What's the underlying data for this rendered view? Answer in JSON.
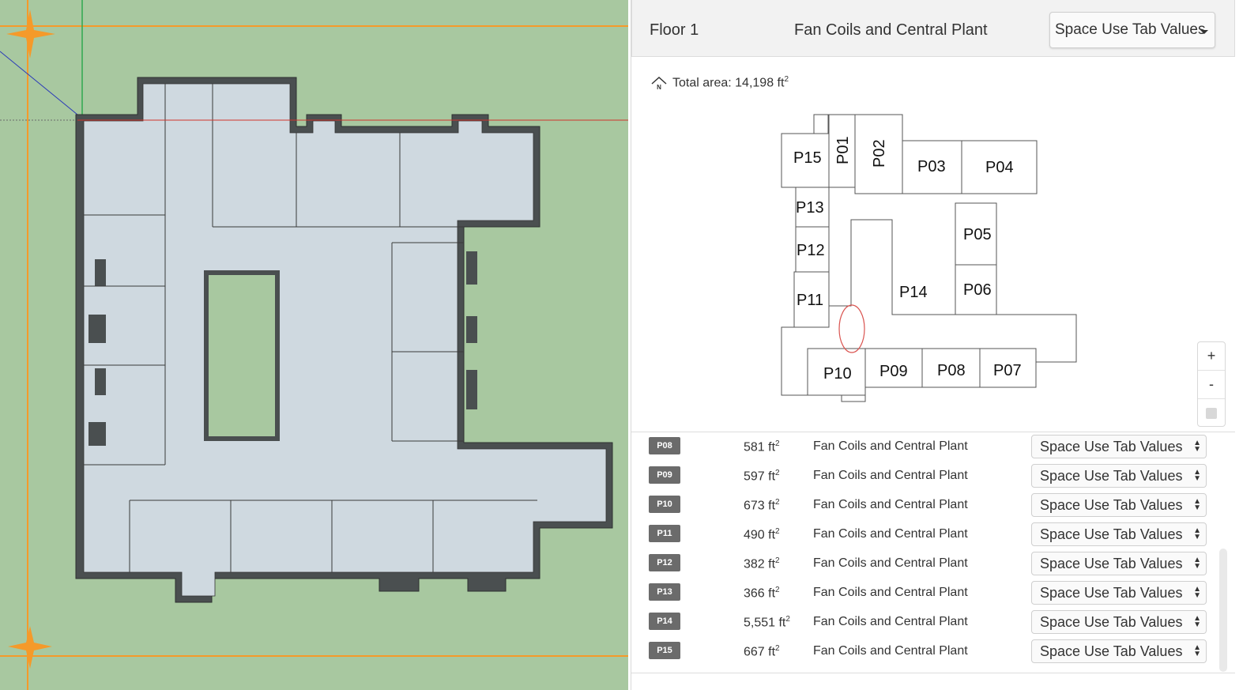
{
  "header": {
    "floor": "Floor 1",
    "title": "Fan Coils and Central Plant",
    "dropdown": "Space Use Tab Values"
  },
  "summary": {
    "total_area_label": "Total area: 14,198 ft",
    "total_area_sup": "2"
  },
  "floorplan": {
    "labels": [
      "P15",
      "P01",
      "P02",
      "P03",
      "P04",
      "P13",
      "P12",
      "P11",
      "P05",
      "P06",
      "P14",
      "P10",
      "P09",
      "P08",
      "P07"
    ]
  },
  "zoom": {
    "in": "+",
    "out": "-"
  },
  "spaces": [
    {
      "id": "P08",
      "area": "581 ft",
      "sup": "2",
      "use": "Fan Coils and Central Plant",
      "select": "Space Use Tab Values"
    },
    {
      "id": "P09",
      "area": "597 ft",
      "sup": "2",
      "use": "Fan Coils and Central Plant",
      "select": "Space Use Tab Values"
    },
    {
      "id": "P10",
      "area": "673 ft",
      "sup": "2",
      "use": "Fan Coils and Central Plant",
      "select": "Space Use Tab Values"
    },
    {
      "id": "P11",
      "area": "490 ft",
      "sup": "2",
      "use": "Fan Coils and Central Plant",
      "select": "Space Use Tab Values"
    },
    {
      "id": "P12",
      "area": "382 ft",
      "sup": "2",
      "use": "Fan Coils and Central Plant",
      "select": "Space Use Tab Values"
    },
    {
      "id": "P13",
      "area": "366 ft",
      "sup": "2",
      "use": "Fan Coils and Central Plant",
      "select": "Space Use Tab Values"
    },
    {
      "id": "P14",
      "area": "5,551 ft",
      "sup": "2",
      "use": "Fan Coils and Central Plant",
      "select": "Space Use Tab Values"
    },
    {
      "id": "P15",
      "area": "667 ft",
      "sup": "2",
      "use": "Fan Coils and Central Plant",
      "select": "Space Use Tab Values"
    }
  ],
  "colors": {
    "ground": "#a8c8a0",
    "floor": "#cfd9e0",
    "wall": "#4a4f50",
    "guide": "#f59a2a",
    "badge": "#6b6b6b"
  }
}
